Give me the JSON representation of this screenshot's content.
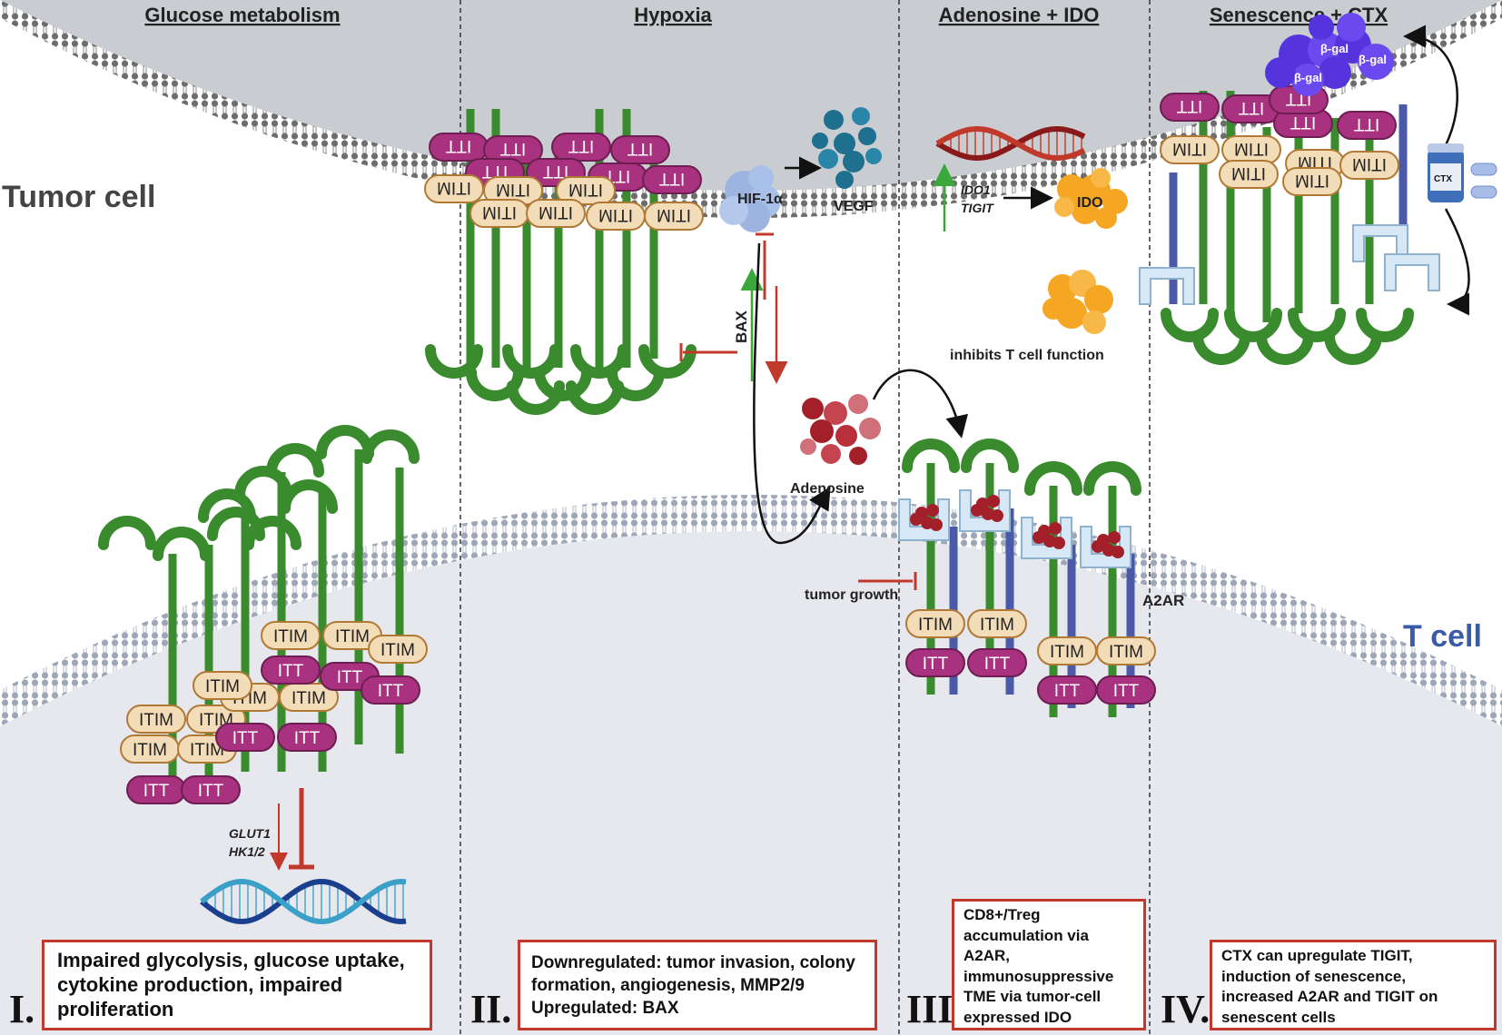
{
  "sections": [
    {
      "title": "Glucose metabolism"
    },
    {
      "title": "Hypoxia"
    },
    {
      "title": "Adenosine + IDO"
    },
    {
      "title": "Senescence + CTX"
    }
  ],
  "cells": {
    "tumor": "Tumor cell",
    "tcell": "T cell"
  },
  "receptor": {
    "itt": "ITT",
    "itim": "ITIM"
  },
  "labels": {
    "glut": "GLUT1",
    "hk": "HK1/2",
    "hif": "HIF-1α",
    "vegf": "VEGF",
    "bax": "BAX",
    "adenosine": "Adenosine",
    "tumor_growth": "tumor growth",
    "ido1": "IDO1",
    "tigit": "TIGIT",
    "ido": "IDO",
    "inhibits": "inhibits T cell function",
    "a2ar": "A2AR",
    "bgal": "β-gal",
    "ctx": "CTX"
  },
  "boxes": [
    {
      "numeral": "I.",
      "lines": [
        "Impaired glycolysis, glucose uptake,",
        "cytokine production, impaired",
        "proliferation"
      ]
    },
    {
      "numeral": "II.",
      "lines": [
        "Downregulated: tumor invasion, colony",
        "formation, angiogenesis, MMP2/9",
        "Upregulated: BAX"
      ]
    },
    {
      "numeral": "III.",
      "lines": [
        "CD8+/Treg",
        "accumulation via",
        "A2AR,",
        "immunosuppressive",
        "TME via tumor-cell",
        "expressed IDO"
      ]
    },
    {
      "numeral": "IV.",
      "lines": [
        "CTX can upregulate TIGIT,",
        "induction of senescence,",
        "increased A2AR and TIGIT on",
        "senescent cells"
      ]
    }
  ],
  "colors": {
    "tumor_fill": "#c9ccd0",
    "tcell_fill": "#e6e8ee",
    "tcell_label": "#3a5ba8",
    "receptor_green": "#3a8a2e",
    "itt": "#a8327f",
    "itim": "#f3dcb8",
    "box_border": "#c0392b",
    "adenosine": "#a3202a",
    "hif": "#9db4e0",
    "vegf": "#1f6f8f",
    "ido": "#f5a623",
    "bgal": "#5533dd",
    "a2ar": "#4a5aa8"
  }
}
